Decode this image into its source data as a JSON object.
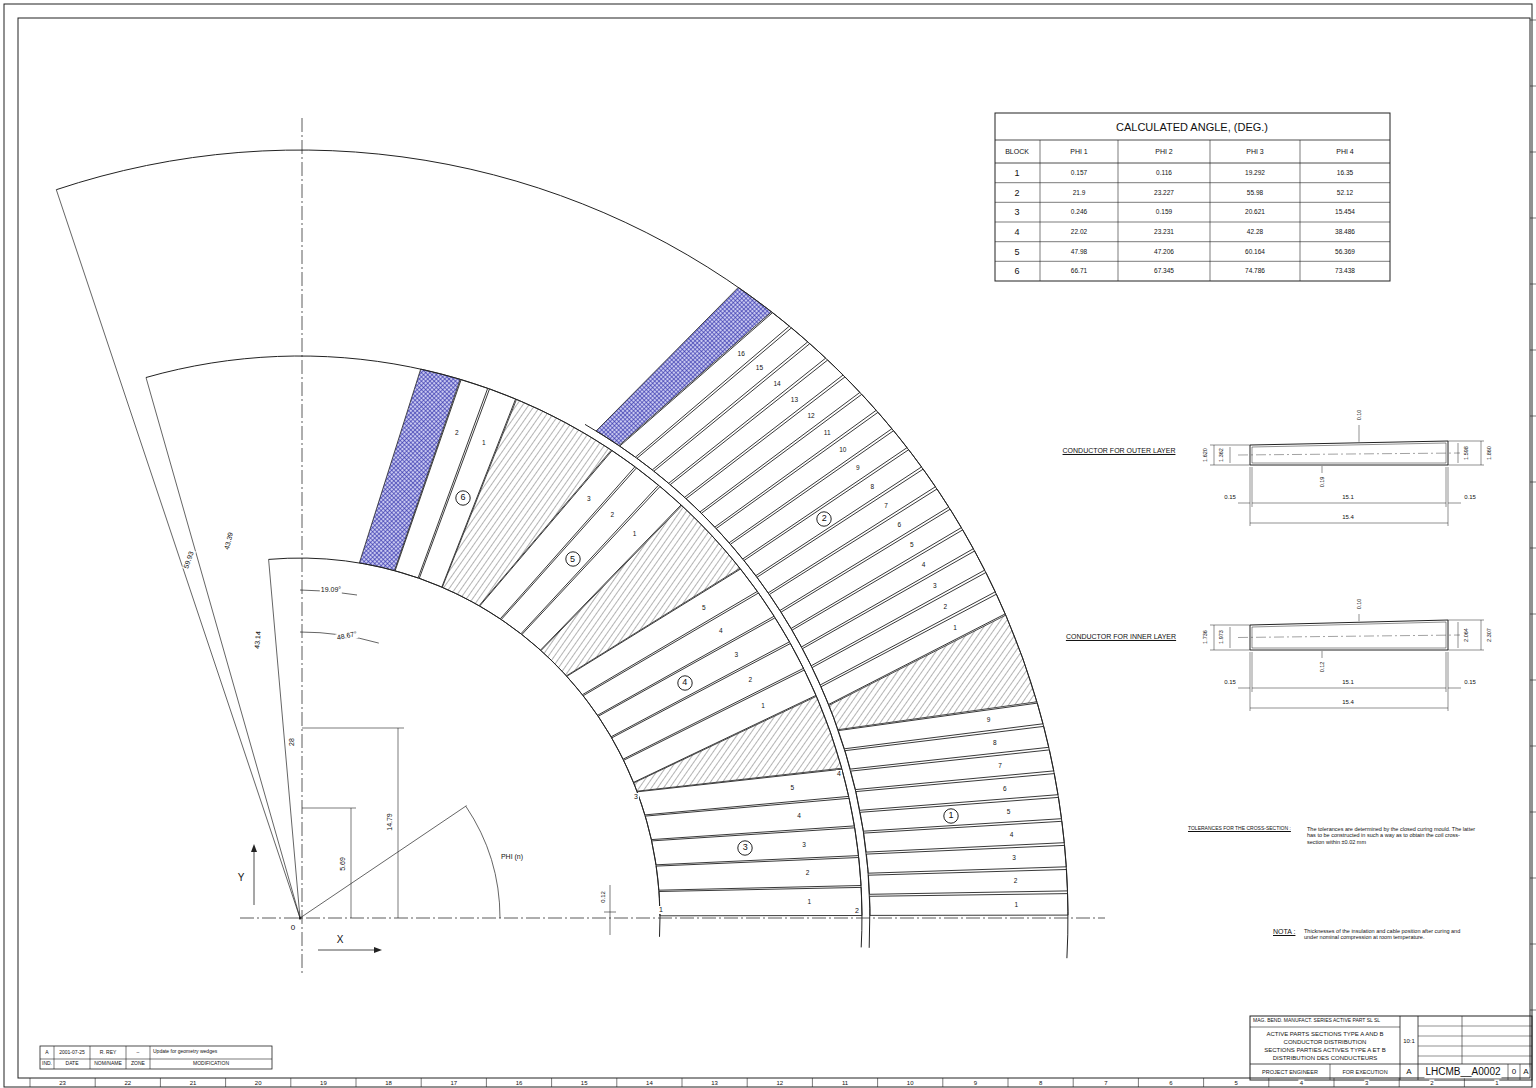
{
  "diagram": {
    "nodes": [
      {
        "text": [
          "1"
        ]
      },
      {
        "text": [
          "2"
        ]
      },
      {
        "text": [
          "3"
        ]
      },
      {
        "text": [
          "4"
        ]
      },
      {
        "text": [
          "5"
        ]
      },
      {
        "text": [
          "6"
        ]
      }
    ],
    "labels": [
      "1",
      "2",
      "3",
      "4",
      "5",
      "6",
      "7",
      "8",
      "9",
      "1",
      "2",
      "3",
      "4",
      "5",
      "6",
      "7",
      "8",
      "9",
      "10",
      "11",
      "12",
      "13",
      "14",
      "15",
      "16",
      "1",
      "2",
      "3",
      "4",
      "5",
      "1",
      "2",
      "3",
      "4",
      "5",
      "1",
      "2",
      "3",
      "1",
      "2",
      "CALCULATED ANGLE, (DEG.)",
      "BLOCK",
      "PHI 1",
      "PHI 2",
      "PHI 3",
      "PHI 4",
      "1",
      "0.157",
      "0.116",
      "19.292",
      "16.35",
      "2",
      "21.9",
      "23.227",
      "55.98",
      "52.12",
      "3",
      "0.246",
      "0.159",
      "20.621",
      "15.454",
      "4",
      "22.02",
      "23.231",
      "42.28",
      "38.486",
      "5",
      "47.98",
      "47.206",
      "60.164",
      "56.369",
      "6",
      "66.71",
      "67.345",
      "74.786",
      "73.438",
      "19.09°",
      "48.67°",
      "28",
      "5.69",
      "14.79",
      "0.12",
      "59.93",
      "43.39",
      "43.14",
      "Y",
      "X",
      "0",
      "PHI (n)",
      "1",
      "2",
      "3",
      "4",
      "CONDUCTOR FOR OUTER LAYER",
      "1.620",
      "1.362",
      "0.10",
      "1.598",
      "1.860",
      "0.19",
      "0.15",
      "15.1",
      "0.15",
      "15.4",
      "CONDUCTOR FOR INNER LAYER",
      "1.736",
      "1.973",
      "0.10",
      "2.064",
      "2.307",
      "0.12",
      "0.15",
      "15.1",
      "0.15",
      "15.4",
      "TOLERANCES FOR THE CROSS-SECTION :",
      "The tolerances are determined by the closed curing mould. The latter has to be constructed in such a way as to obtain the coil cross-section within ±0.02 mm",
      "NOTA :",
      "Thicknesses of the insulation and cable position after curing and under nominal compression at room temperature.",
      "MAG. BEND. MANUFACT. SERIES ACTIVE PART SL SL",
      "ACTIVE PARTS SECTIONS TYPE A AND B",
      "CONDUCTOR DISTRIBUTION",
      "SECTIONS PARTIES ACTIVES TYPE A ET B",
      "DISTRIBUTION DES CONDUCTEURS",
      "10:1",
      "PROJECT ENGINEER",
      "FOR EXECUTION",
      "A",
      "LHCMB__A0002",
      "0",
      "A",
      "A",
      "2001-07-25",
      "R. REY",
      "–",
      "Update for geometry wedges",
      "IND.",
      "DATE",
      "NOM/NAME",
      "ZONE",
      "MODIFICATION",
      "23",
      "22",
      "21",
      "20",
      "19",
      "18",
      "17",
      "16",
      "15",
      "14",
      "13",
      "12",
      "11",
      "10",
      "9",
      "8",
      "7",
      "6",
      "5",
      "4",
      "3",
      "2",
      "1"
    ]
  }
}
